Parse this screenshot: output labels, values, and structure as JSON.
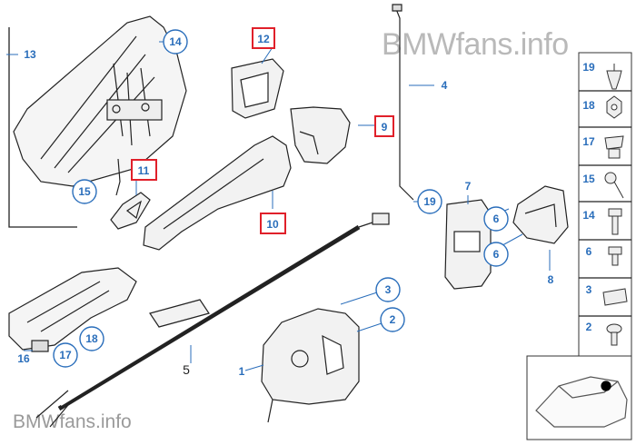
{
  "watermark_top": "BMWfans.info",
  "watermark_bottom": "BMWfans.info",
  "colors": {
    "callout_blue": "#2a6ebb",
    "highlight_red": "#e0202a",
    "line": "#222222",
    "part_fill": "#f2f2f2"
  },
  "callouts": {
    "c1": "1",
    "c2": "2",
    "c3": "3",
    "c4": "4",
    "c5": "5",
    "c6a": "6",
    "c6b": "6",
    "c7": "7",
    "c8": "8",
    "c9": "9",
    "c10": "10",
    "c11": "11",
    "c12": "12",
    "c13": "13",
    "c14": "14",
    "c15": "15",
    "c16": "16",
    "c17": "17",
    "c18": "18",
    "c19": "19"
  },
  "sidebar": {
    "items": [
      {
        "label": "19",
        "icon": "pin-clip-icon"
      },
      {
        "label": "18",
        "icon": "hex-nut-icon"
      },
      {
        "label": "17",
        "icon": "clip-nut-icon"
      },
      {
        "label": "15",
        "icon": "screw-icon"
      },
      {
        "label": "14",
        "icon": "bolt-icon"
      },
      {
        "label": "6",
        "icon": "short-bolt-icon"
      },
      {
        "label": "3",
        "icon": "grommet-icon"
      },
      {
        "label": "2",
        "icon": "round-head-screw-icon"
      }
    ]
  },
  "car_thumbnail": {
    "icon": "car-location-icon"
  }
}
